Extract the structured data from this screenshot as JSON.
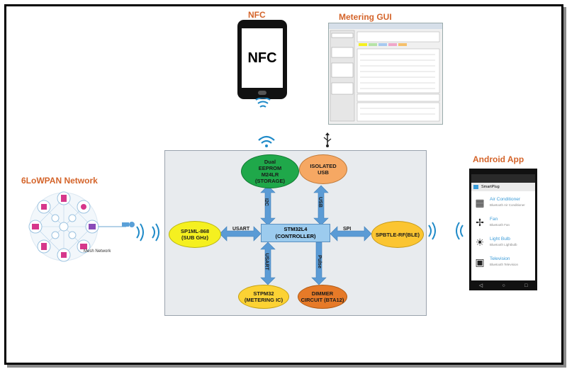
{
  "labels": {
    "nfc": "NFC",
    "metering_gui": "Metering GUI",
    "network": "6LoWPAN Network",
    "android_app": "Android App",
    "mesh_network": "Mesh Network",
    "phone_screen": "NFC"
  },
  "nodes": {
    "eeprom": "Dual\nEEPROM\nM24LR\n(STORAGE)",
    "usb": "ISOLATED\nUSB",
    "spirit": "SP1ML-868\n(SUB GHz)",
    "ble": "SPBTLE-RF(BLE)",
    "stpm": "STPM32\n(METERING IC)",
    "dimmer": "DIMMER\nCIRCUIT (BTA12)",
    "controller": "STM32L4\n(CONTROLLER)"
  },
  "links": {
    "i2c": "I2C",
    "usart_left": "USART",
    "usart_bottom": "USART",
    "usb": "USB",
    "spi": "SPI",
    "pulse": "Pulse"
  },
  "android": {
    "app_name": "SmartPlug",
    "items": [
      {
        "name": "Air Conditioner",
        "desc": "Bluetooth Air Conditioner",
        "icon": "air-conditioner-icon"
      },
      {
        "name": "Fan",
        "desc": "Bluetooth Fan",
        "icon": "fan-icon"
      },
      {
        "name": "Light Bulb",
        "desc": "Bluetooth Lightbulb",
        "icon": "light-bulb-icon"
      },
      {
        "name": "Television",
        "desc": "Bluetooth Television",
        "icon": "television-icon"
      }
    ]
  },
  "colors": {
    "eeprom": "#1fa84a",
    "usb": "#f6a863",
    "spirit": "#f5f020",
    "ble": "#fbc531",
    "stpm": "#fcd234",
    "dimmer": "#e67a28",
    "controller": "#9ccbee",
    "arrow": "#5b9bd5",
    "title": "#d4642a"
  }
}
